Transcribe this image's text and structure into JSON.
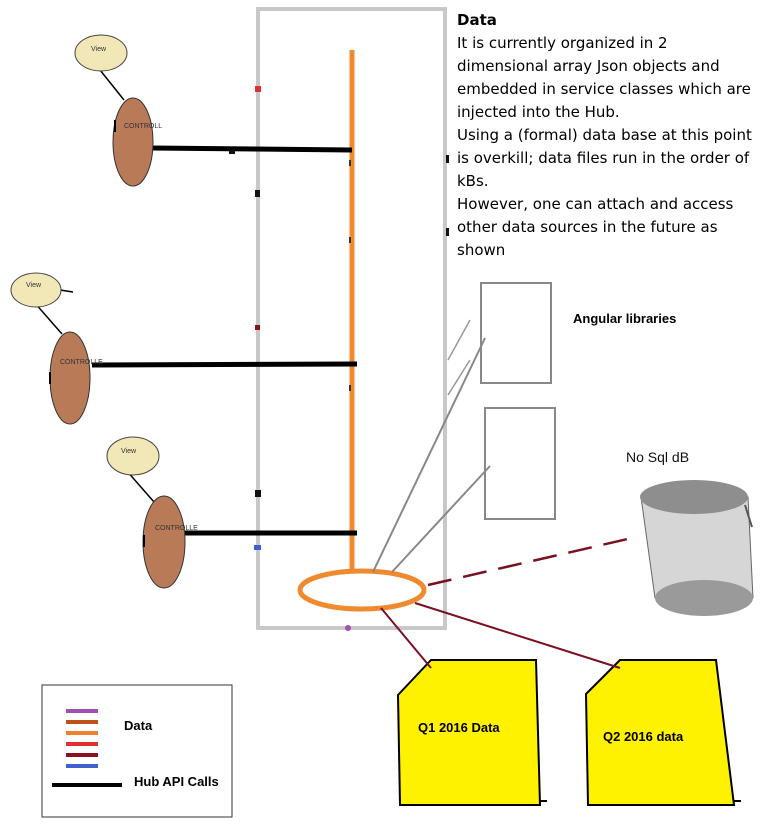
{
  "description": {
    "title": "Data",
    "lines": [
      "It is currently organized in 2 dimensional array Json objects and embedded in service classes which are injected into the Hub.",
      "Using a (formal) data base at this point is overkill; data files run in the order of kBs.",
      "However, one can attach and access other data sources in the future as shown"
    ]
  },
  "clients": [
    {
      "view": "View",
      "controller": "CONTROLL"
    },
    {
      "view": "View",
      "controller": "CONTROLLE"
    },
    {
      "view": "View",
      "controller": "CONTROLLE"
    }
  ],
  "libraries_label": "Angular libraries",
  "nosql_label": "No Sql dB",
  "files": [
    {
      "label": "Q1 2016 Data"
    },
    {
      "label": "Q2 2016 data"
    }
  ],
  "legend": {
    "data_label": "Data",
    "api_label": "Hub API Calls",
    "colors": [
      "#a050b0",
      "#c0501a",
      "#f08030",
      "#e03030",
      "#8b1020",
      "#4060d0"
    ]
  },
  "colors": {
    "bus": "#f08a2e",
    "hub_border": "#c8c8c8",
    "controller": "#b97a58",
    "view": "#f2e7b6",
    "file": "#fff200",
    "link": "#7a1020"
  }
}
